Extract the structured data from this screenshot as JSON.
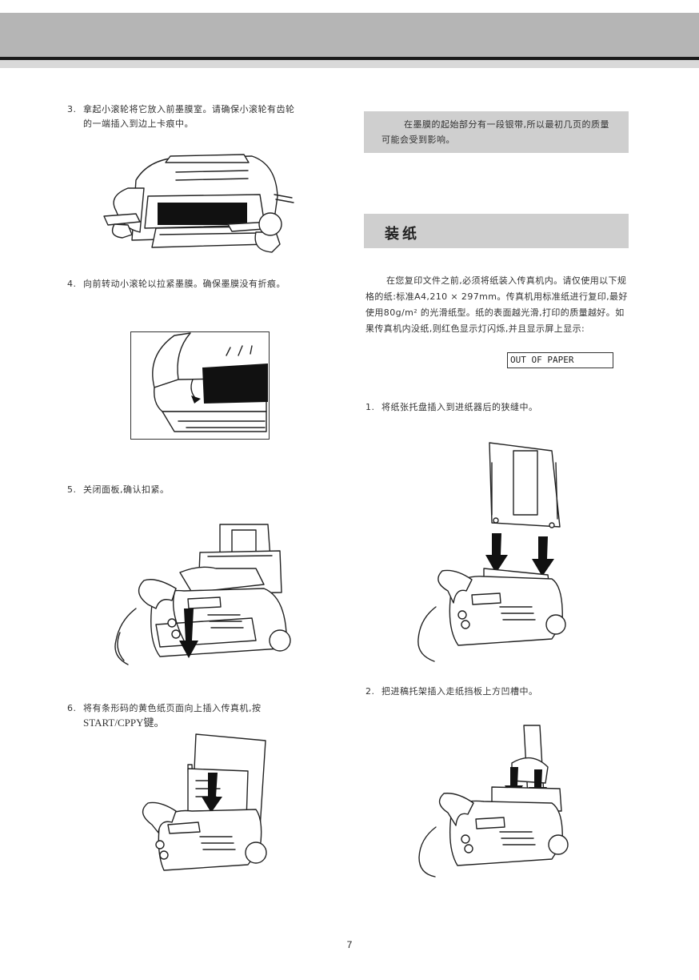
{
  "steps_left": [
    {
      "num": "3.",
      "line1": "拿起小滚轮将它放入前墨膜室。请确保小滚轮有齿轮",
      "line2": "的一端插入到边上卡痕中。"
    },
    {
      "num": "4.",
      "line1": "向前转动小滚轮以拉紧墨膜。确保墨膜没有折痕。"
    },
    {
      "num": "5.",
      "line1": "关闭面板,确认扣紧。"
    },
    {
      "num": "6.",
      "line1": "将有条形码的黄色纸页面向上插入传真机,按",
      "line2": "START/CPPY键。"
    }
  ],
  "note": "在墨膜的起始部分有一段银带,所以最初几页的质量可能会受到影响。",
  "section_title": "装纸",
  "paragraph": "在您复印文件之前,必须将纸装入传真机内。请仅使用以下规格的纸:标准A4,210 × 297mm。传真机用标准纸进行复印,最好使用80g/m² 的光滑纸型。纸的表面越光滑,打印的质量越好。如果传真机内没纸,则红色显示灯闪烁,并且显示屏上显示:",
  "lcd_message": "OUT OF PAPER",
  "steps_right": [
    {
      "num": "1.",
      "line1": "将纸张托盘插入到进纸器后的狭缝中。"
    },
    {
      "num": "2.",
      "line1": "把进稿托架插入走纸挡板上方凹槽中。"
    }
  ],
  "page_number": "7"
}
